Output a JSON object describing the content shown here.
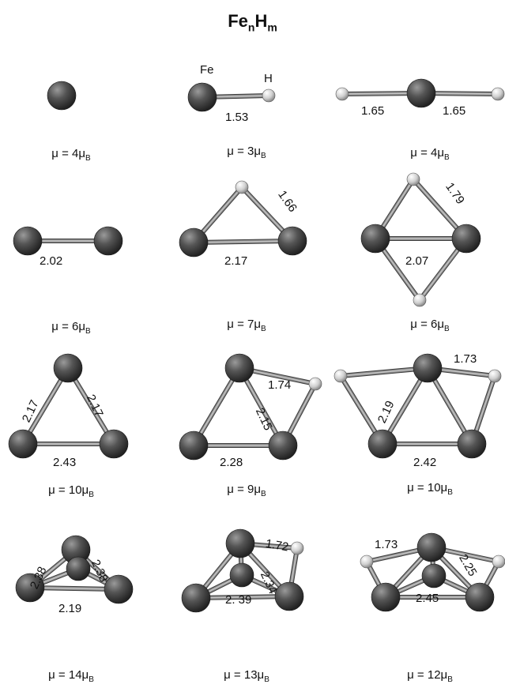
{
  "title": {
    "base": "Fe",
    "sub1": "n",
    "mid": "H",
    "sub2": "m"
  },
  "atom_labels": {
    "fe": "Fe",
    "h": "H"
  },
  "moments": {
    "r1c1": {
      "text": "μ = 4μ",
      "sub": "B"
    },
    "r1c2": {
      "text": "μ = 3μ",
      "sub": "B"
    },
    "r1c3": {
      "text": "μ = 4μ",
      "sub": "B"
    },
    "r2c1": {
      "text": "μ = 6μ",
      "sub": "B"
    },
    "r2c2": {
      "text": "μ = 7μ",
      "sub": "B"
    },
    "r2c3": {
      "text": "μ = 6μ",
      "sub": "B"
    },
    "r3c1": {
      "text": "μ = 10μ",
      "sub": "B"
    },
    "r3c2": {
      "text": "μ = 9μ",
      "sub": "B"
    },
    "r3c3": {
      "text": "μ = 10μ",
      "sub": "B"
    },
    "r4c1": {
      "text": "μ = 14μ",
      "sub": "B"
    },
    "r4c2": {
      "text": "μ = 13μ",
      "sub": "B"
    },
    "r4c3": {
      "text": "μ = 12μ",
      "sub": "B"
    }
  },
  "bonds": {
    "r1c2_feh": "1.53",
    "r1c3_left": "1.65",
    "r1c3_right": "1.65",
    "r2c1_fefe": "2.02",
    "r2c2_fefe": "2.17",
    "r2c2_feh": "1.66",
    "r2c3_fefe": "2.07",
    "r2c3_feh": "1.79",
    "r3c1_left": "2.17",
    "r3c1_right": "2.17",
    "r3c1_base": "2.43",
    "r3c2_feh": "1.74",
    "r3c2_side": "2.15",
    "r3c2_base": "2.28",
    "r3c3_feh": "1.73",
    "r3c3_side": "2.19",
    "r3c3_base": "2.42",
    "r4c1_left": "2.38",
    "r4c1_right": "2.38",
    "r4c1_base": "2.19",
    "r4c2_feh": "1.72",
    "r4c2_side": "2.34",
    "r4c2_base": "2. 39",
    "r4c3_feh": "1.73",
    "r4c3_side": "2.25",
    "r4c3_base": "2.45"
  },
  "colors": {
    "fe_atom": "#4a4a4a",
    "h_atom": "#d8d8d8",
    "bond": "#8a8a8a"
  }
}
